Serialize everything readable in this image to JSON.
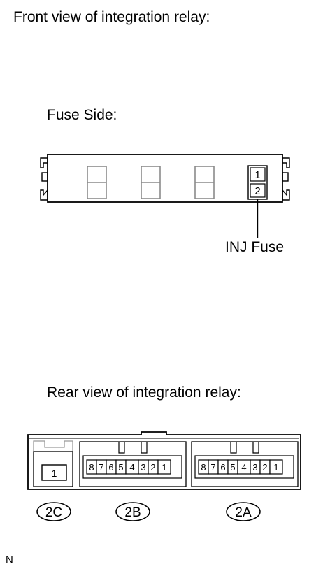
{
  "front_view_title": "Front view of integration relay:",
  "fuse_side_label": "Fuse Side:",
  "inj_fuse_label": "INJ Fuse",
  "inj_fuse_terminals": [
    "1",
    "2"
  ],
  "rear_view_title": "Rear view of integration relay:",
  "connector_2c": {
    "id": "2C",
    "pins": [
      "1"
    ]
  },
  "connector_2b": {
    "id": "2B",
    "pins": [
      "8",
      "7",
      "6",
      "5",
      "4",
      "3",
      "2",
      "1"
    ]
  },
  "connector_2a": {
    "id": "2A",
    "pins": [
      "8",
      "7",
      "6",
      "5",
      "4",
      "3",
      "2",
      "1"
    ]
  },
  "corner_mark": "N"
}
